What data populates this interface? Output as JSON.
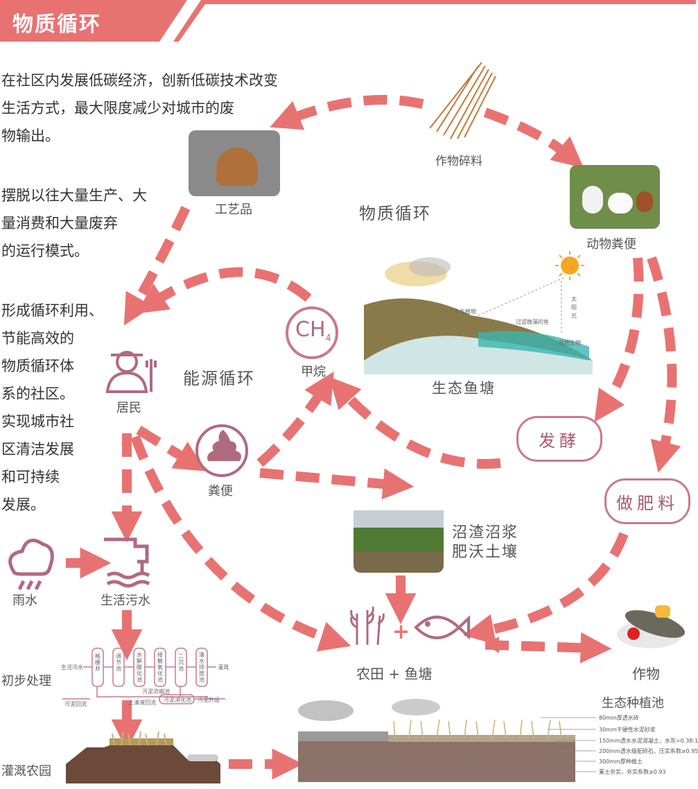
{
  "header": {
    "title": "物质循环"
  },
  "intro": {
    "p1": [
      "在社区内发展低碳经济，创新低碳技术改变",
      "生活方式，最大限度减少对城市的废",
      "物输出。"
    ],
    "p2": [
      "摆脱以往大量生产、大",
      "量消费和大量废弃",
      "的运行模式。"
    ],
    "p3": [
      "形成循环利用、",
      "节能高效的",
      "物质循环体",
      "系的社区。",
      "实现城市社",
      "区清洁发展",
      "和可持续",
      "发展。"
    ]
  },
  "nodes": {
    "crop_scraps": "作物碎料",
    "craft": "工艺品",
    "animal_manure": "动物粪便",
    "material_cycle": "物质循环",
    "energy_cycle": "能源循环",
    "methane": "甲烷",
    "methane_symbol": "CH",
    "methane_sub": "4",
    "resident": "居民",
    "feces": "粪便",
    "fish_pond": "生态鱼塘",
    "ferment": "发酵",
    "fertilizer": "做肥料",
    "biogas": [
      "沼渣沼浆",
      "肥沃土壤"
    ],
    "rain": "雨水",
    "sewage": "生活污水",
    "farm_pond": "农田 + 鱼塘",
    "crops": "作物",
    "primary": "初步处理",
    "irrigation": "灌溉农园",
    "planting_pool": "生态种植池",
    "plus": "+"
  },
  "pond_labels": {
    "aquatic": "水生植物",
    "sun_a": "太",
    "sun_b": "阳",
    "sun_c": "光",
    "filter_fish": "过滤微藻的鱼",
    "bottom": "底栖生物"
  },
  "process": {
    "steps": [
      "格栅井",
      "调节池",
      "水解酸化池",
      "接触氧化池",
      "二沉池",
      "清水排放池"
    ],
    "inlet": "生活污水",
    "outlet": "灌溉",
    "lower": [
      "污泥回流",
      "上清液回流",
      "污泥浓缩池"
    ],
    "sludge": "污泥消化池",
    "out": "污泥外运"
  },
  "section": {
    "layers": [
      "80mm厚透水砖",
      "30mm干硬性水泥砂浆",
      "150mm透水水泥混凝土，水灰=0.38:1",
      "200mm透水级配碎石，压实系数≥0.95",
      "300mm厚种植土",
      "素土夯实，夯实系数≥0.93"
    ]
  },
  "colors": {
    "accent": "#e87272",
    "accent_dark": "#d95f63",
    "mauve": "#b06a7e",
    "text": "#333333"
  }
}
